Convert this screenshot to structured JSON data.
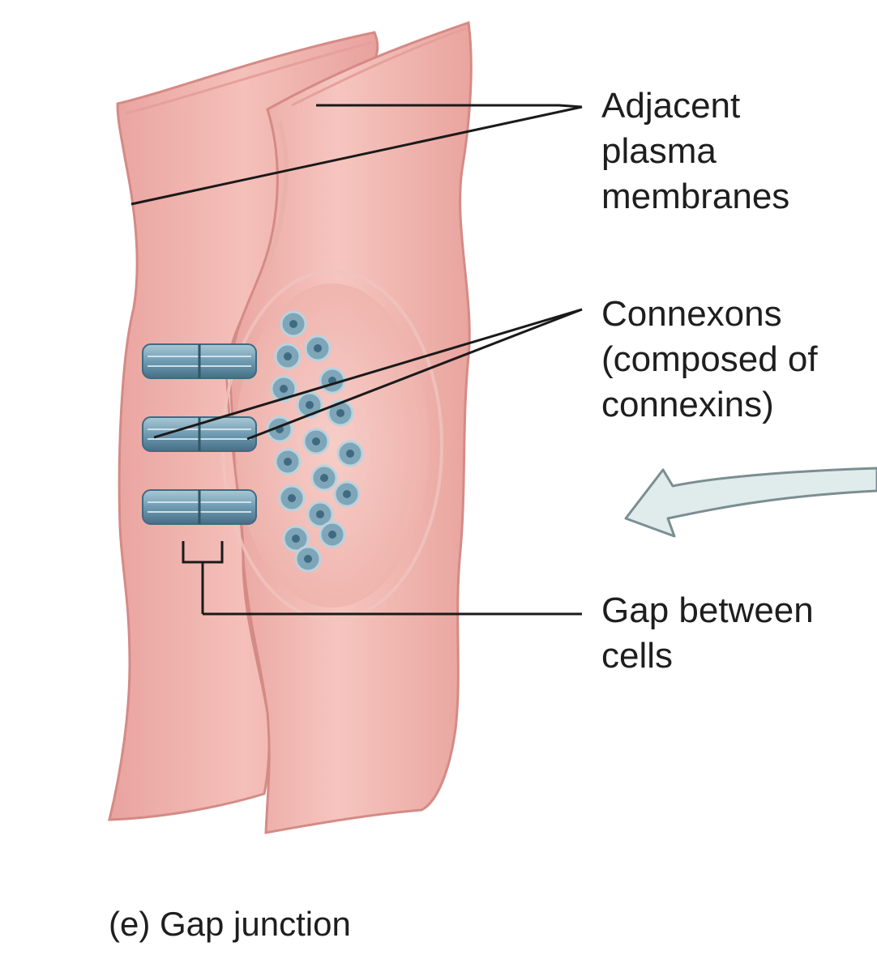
{
  "labels": {
    "membranes": [
      "Adjacent",
      "plasma",
      "membranes"
    ],
    "connexons": [
      "Connexons",
      "(composed of",
      "connexins)"
    ],
    "gap": [
      "Gap between",
      "cells"
    ]
  },
  "caption": "(e) Gap junction",
  "colors": {
    "membrane_front": "#f2b4ae",
    "membrane_back": "#eeaaa3",
    "membrane_edge": "#d98a86",
    "connexon": "#7fa9bd",
    "connexon_dark": "#4f7d96",
    "arrow": "#dfeaeb",
    "leader": "#1a1a1a"
  }
}
